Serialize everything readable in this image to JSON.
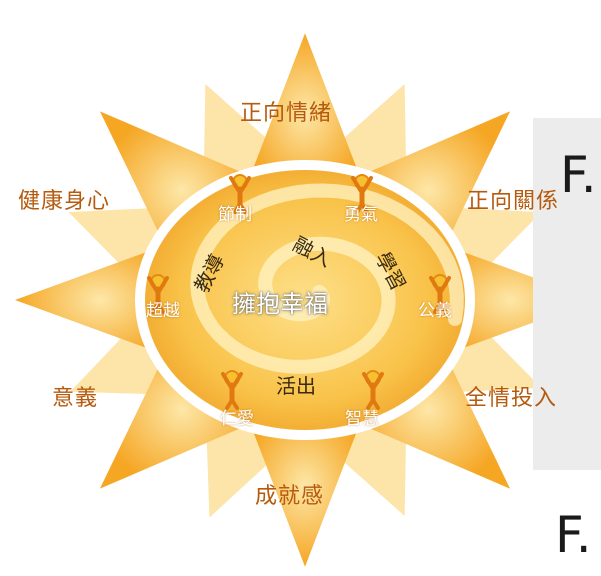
{
  "center": {
    "title": "擁抱幸福"
  },
  "pillars": {
    "top": "正向情緒",
    "upper_left": "健康身心",
    "upper_right": "正向關係",
    "lower_left": "意義",
    "lower_right": "全情投入",
    "bottom": "成就感"
  },
  "strengths": {
    "temperance": "節制",
    "courage": "勇氣",
    "transcendence": "超越",
    "justice": "公義",
    "humanity": "仁愛",
    "wisdom": "智慧"
  },
  "spiral_words": {
    "teach": "教導",
    "integrate": "融入",
    "learn": "學習",
    "live_out": "活出"
  },
  "panel_letters": {
    "top": "F.",
    "bottom": "F."
  },
  "colors": {
    "sun_orange": "#f5a623",
    "sun_light": "#fcd27a",
    "text_brown": "#b65a0e",
    "figure": "#e07a10"
  }
}
